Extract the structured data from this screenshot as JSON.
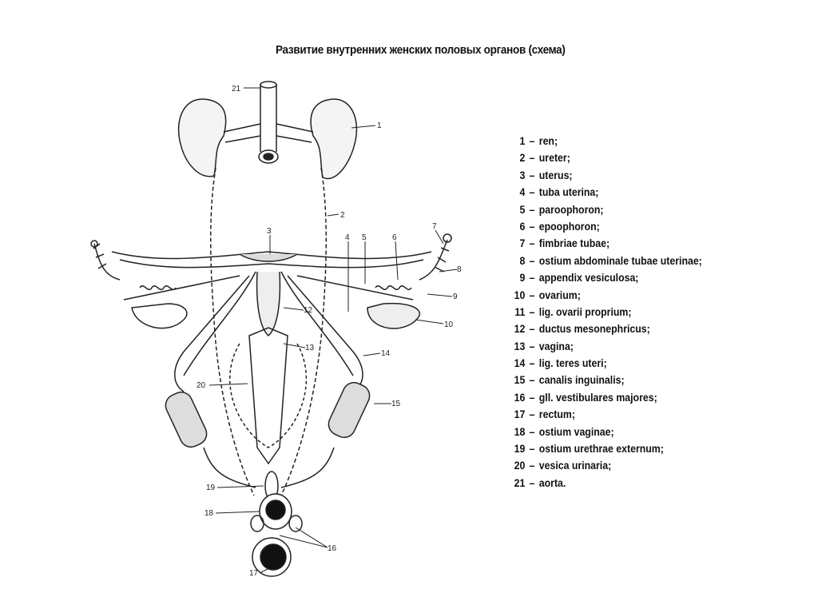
{
  "title": "Развитие внутренних женских половых органов (схема)",
  "legend": [
    {
      "num": "1",
      "text": "ren;"
    },
    {
      "num": "2",
      "text": "ureter;"
    },
    {
      "num": "3",
      "text": "uterus;"
    },
    {
      "num": "4",
      "text": "tuba uterina;"
    },
    {
      "num": "5",
      "text": "paroophoron;"
    },
    {
      "num": "6",
      "text": "epoophoron;"
    },
    {
      "num": "7",
      "text": "fimbriae tubae;"
    },
    {
      "num": "8",
      "text": "ostium abdominale tubae uterinae;"
    },
    {
      "num": "9",
      "text": "appendix vesiculosa;"
    },
    {
      "num": "10",
      "text": "ovarium;"
    },
    {
      "num": "11",
      "text": "lig. ovarii proprium;"
    },
    {
      "num": "12",
      "text": "ductus mesonephricus;"
    },
    {
      "num": "13",
      "text": "vagina;"
    },
    {
      "num": "14",
      "text": "lig. teres uteri;"
    },
    {
      "num": "15",
      "text": "canalis inguinalis;"
    },
    {
      "num": "16",
      "text": "gll. vestibulares majores;"
    },
    {
      "num": "17",
      "text": "rectum;"
    },
    {
      "num": "18",
      "text": "ostium vaginae;"
    },
    {
      "num": "19",
      "text": "ostium urethrae externum;"
    },
    {
      "num": "20",
      "text": "vesica urinaria;"
    },
    {
      "num": "21",
      "text": "aorta."
    }
  ],
  "legend_dash": "–",
  "callouts": {
    "c21": "21",
    "c1": "1",
    "c2": "2",
    "c3": "3",
    "c4": "4",
    "c5": "5",
    "c6": "6",
    "c7": "7",
    "c8": "8",
    "c9": "9",
    "c10": "10",
    "c12": "12",
    "c13": "13",
    "c14": "14",
    "c15": "15",
    "c20": "20",
    "c19": "19",
    "c18": "18",
    "c16": "16",
    "c17": "17"
  }
}
